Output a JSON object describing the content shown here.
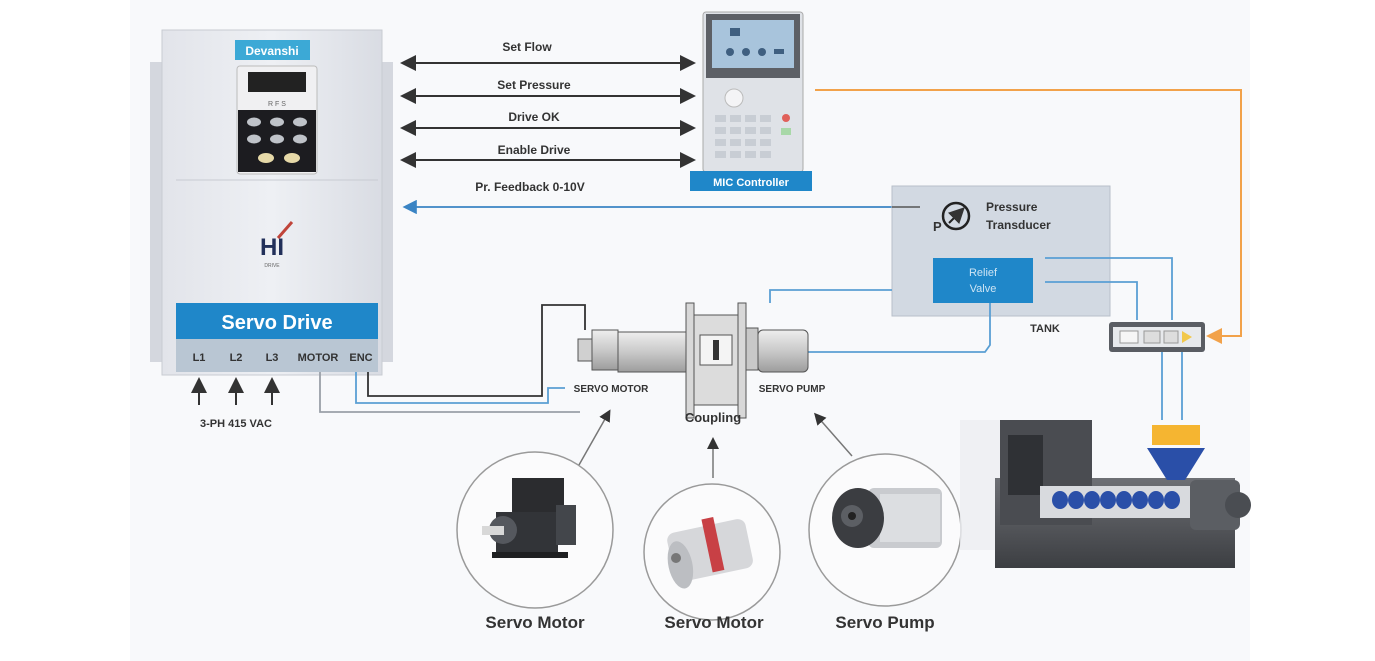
{
  "drive": {
    "brand": "Devanshi",
    "keypad_leds": "R F S",
    "logo": "HI",
    "logo_sub": "DRIVE",
    "title": "Servo Drive",
    "terminals": [
      "L1",
      "L2",
      "L3",
      "MOTOR",
      "ENC"
    ],
    "supply_label": "3-PH 415 VAC"
  },
  "signals": [
    {
      "label": "Set Flow",
      "direction": "both"
    },
    {
      "label": "Set Pressure",
      "direction": "both"
    },
    {
      "label": "Drive OK",
      "direction": "both"
    },
    {
      "label": "Enable Drive",
      "direction": "both"
    },
    {
      "label": "Pr. Feedback 0-10V",
      "direction": "to-drive"
    }
  ],
  "controller": {
    "label": "MIC Controller"
  },
  "tank": {
    "label": "TANK",
    "transducer_prefix": "P",
    "transducer_label_1": "Pressure",
    "transducer_label_2": "Transducer",
    "relief_label_1": "Relief",
    "relief_label_2": "Valve"
  },
  "assembly": {
    "motor_label": "SERVO MOTOR",
    "pump_label": "SERVO PUMP",
    "coupling_label": "Coupling"
  },
  "components": [
    {
      "label": "Servo Motor",
      "icon": "servo-motor-icon"
    },
    {
      "label": "Servo Motor",
      "icon": "coupling-icon"
    },
    {
      "label": "Servo Pump",
      "icon": "servo-pump-icon"
    }
  ],
  "colors": {
    "accent_blue": "#1f87c9",
    "signal_orange": "#f2a24a",
    "hydraulic_blue": "#5a9fd4",
    "wire_dark": "#333333"
  }
}
